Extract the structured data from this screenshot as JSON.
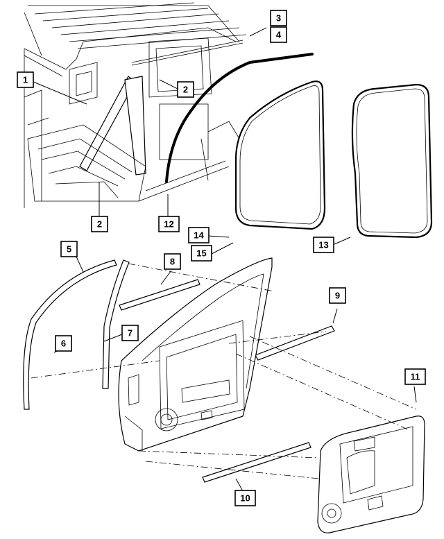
{
  "callouts": [
    {
      "id": "c1",
      "label": "1"
    },
    {
      "id": "c2a",
      "label": "2"
    },
    {
      "id": "c2b",
      "label": "2"
    },
    {
      "id": "c3",
      "label": "3"
    },
    {
      "id": "c4",
      "label": "4"
    },
    {
      "id": "c5",
      "label": "5"
    },
    {
      "id": "c6",
      "label": "6"
    },
    {
      "id": "c7",
      "label": "7"
    },
    {
      "id": "c8",
      "label": "8"
    },
    {
      "id": "c9",
      "label": "9"
    },
    {
      "id": "c10",
      "label": "10"
    },
    {
      "id": "c11",
      "label": "11"
    },
    {
      "id": "c12",
      "label": "12"
    },
    {
      "id": "c13",
      "label": "13"
    },
    {
      "id": "c14",
      "label": "14"
    },
    {
      "id": "c15",
      "label": "15"
    }
  ],
  "colors": {
    "line": "#000000",
    "background": "#ffffff"
  }
}
